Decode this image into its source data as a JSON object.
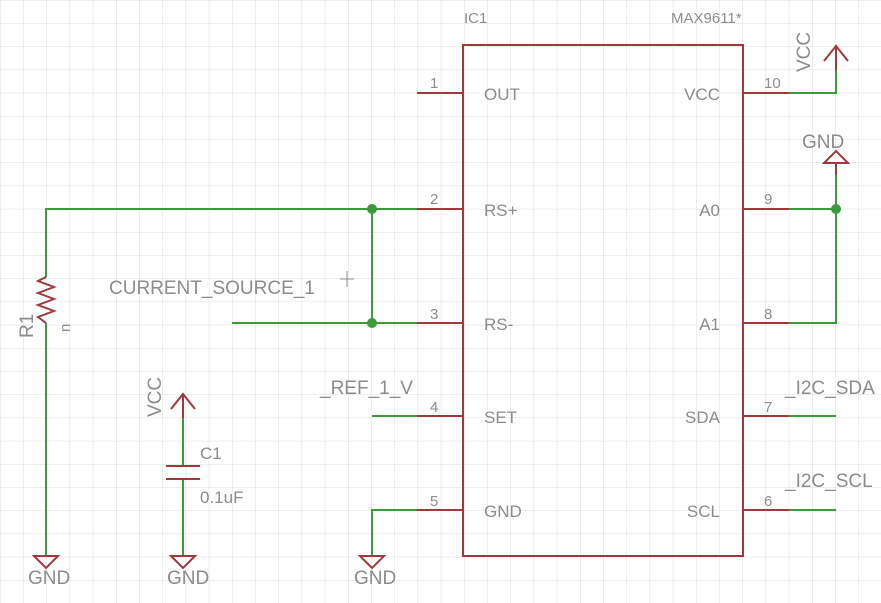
{
  "ic": {
    "ref": "IC1",
    "part": "MAX9611*",
    "pins": [
      {
        "num": "1",
        "name": "OUT"
      },
      {
        "num": "2",
        "name": "RS+"
      },
      {
        "num": "3",
        "name": "RS-"
      },
      {
        "num": "4",
        "name": "SET"
      },
      {
        "num": "5",
        "name": "GND"
      },
      {
        "num": "10",
        "name": "VCC"
      },
      {
        "num": "9",
        "name": "A0"
      },
      {
        "num": "8",
        "name": "A1"
      },
      {
        "num": "7",
        "name": "SDA"
      },
      {
        "num": "6",
        "name": "SCL"
      }
    ]
  },
  "nets": {
    "current_source": "CURRENT_SOURCE_1",
    "ref": "_REF_1_V",
    "sda": "_I2C_SDA",
    "scl": "_I2C_SCL"
  },
  "power": {
    "vcc_top": "VCC",
    "gnd_right": "GND",
    "vcc_cap": "VCC",
    "gnd_r1": "GND",
    "gnd_c1": "GND",
    "gnd_ic": "GND"
  },
  "r1": {
    "ref": "R1",
    "value": "n"
  },
  "c1": {
    "ref": "C1",
    "value": "0.1uF"
  },
  "colors": {
    "component": "#a0393c",
    "wire": "#3c9a3c",
    "text": "#8c8c8c",
    "grid": "#dcdcdc"
  }
}
